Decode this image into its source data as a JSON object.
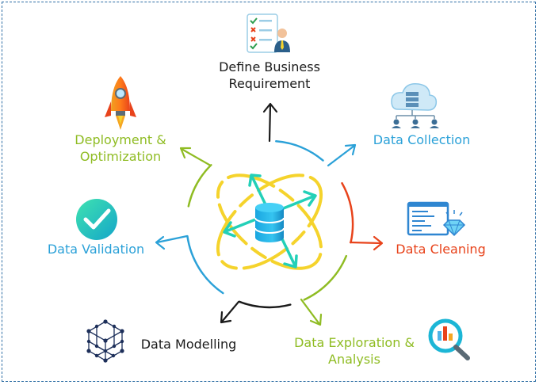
{
  "colors": {
    "dark": "#1a1a1a",
    "blue": "#2ba1d8",
    "red": "#e8431b",
    "green": "#8fbc23",
    "yellow": "#f5d32c",
    "teal": "#23d0b8",
    "frame": "#2f6fa5"
  },
  "center": {
    "icon": "database-icon"
  },
  "steps": [
    {
      "id": "define",
      "label": [
        "Define Business",
        "Requirement"
      ],
      "icon": "requirements-checklist-icon",
      "color": "dark"
    },
    {
      "id": "collection",
      "label": [
        "Data Collection"
      ],
      "icon": "cloud-server-icon",
      "color": "blue"
    },
    {
      "id": "cleaning",
      "label": [
        "Data Cleaning"
      ],
      "icon": "code-diamond-icon",
      "color": "red"
    },
    {
      "id": "exploration",
      "label": [
        "Data Exploration &",
        "Analysis"
      ],
      "icon": "magnifier-chart-icon",
      "color": "green"
    },
    {
      "id": "modelling",
      "label": [
        "Data Modelling"
      ],
      "icon": "network-cube-icon",
      "color": "dark"
    },
    {
      "id": "validation",
      "label": [
        "Data Validation"
      ],
      "icon": "checkmark-badge-icon",
      "color": "blue"
    },
    {
      "id": "deployment",
      "label": [
        "Deployment &",
        "Optimization"
      ],
      "icon": "rocket-icon",
      "color": "green"
    }
  ]
}
